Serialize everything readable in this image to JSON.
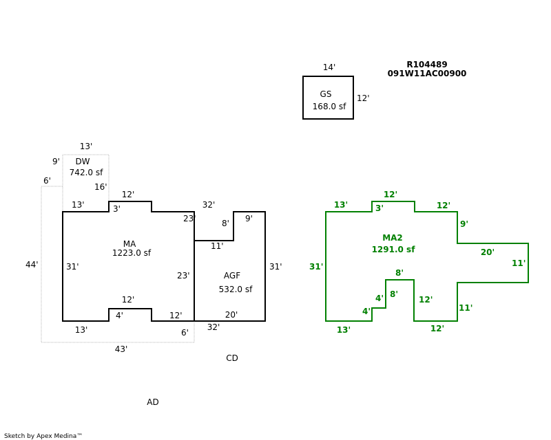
{
  "parcel": {
    "id": "R104489",
    "map_number": "091W11AC00900"
  },
  "labels": {
    "cd": "CD",
    "ad": "AD",
    "credit": "Sketch by Apex Medina™"
  },
  "areas": {
    "gs": {
      "name": "GS",
      "area": "168.0 sf"
    },
    "dw": {
      "name": "DW",
      "area": "742.0 sf"
    },
    "ma": {
      "name": "MA",
      "area": "1223.0 sf"
    },
    "agf": {
      "name": "AGF",
      "area": "532.0 sf"
    },
    "ma2": {
      "name": "MA2",
      "area": "1291.0 sf"
    }
  },
  "dims": {
    "gs": {
      "top": "14'",
      "right": "12'"
    },
    "dw": {
      "top": "13'",
      "left_upper": "9'",
      "left_step": "6'",
      "right": "16'",
      "left": "44'",
      "bottom": "43'",
      "bottom_right": "6'"
    },
    "ma": {
      "top_left": "13'",
      "notch_side": "3'",
      "notch_top": "12'",
      "top_right": "32'",
      "inner_top": "23'",
      "left": "31'",
      "bottom_notch_top": "12'",
      "bottom_notch_side": "4'",
      "bottom_mid": "12'",
      "bottom_left": "13'",
      "shared_wall": "23'"
    },
    "agf": {
      "step": "8'",
      "step_top": "11'",
      "bottom": "20'",
      "right_top": "9'",
      "right": "31'",
      "bottom_outer": "32'"
    },
    "ma2": {
      "top_left": "13'",
      "notch_top": "12'",
      "notch_side": "3'",
      "top_right": "12'",
      "right_a": "9'",
      "right_b": "20'",
      "right_c": "11'",
      "right_lower": "11'",
      "bottom_right": "12'",
      "inner_right": "12'",
      "inner_top": "8'",
      "inner_left_upper": "8'",
      "inner_step": "4'",
      "inner_left_lower": "4'",
      "bottom_left": "13'",
      "left": "31'"
    }
  }
}
